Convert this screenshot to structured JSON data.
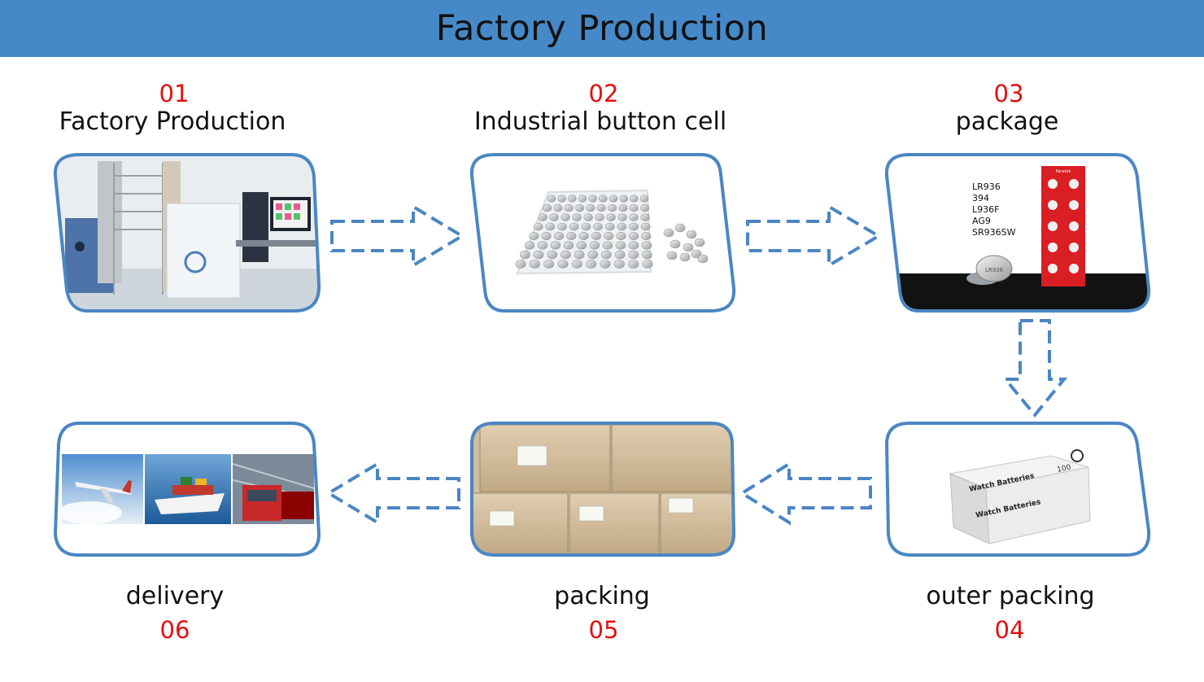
{
  "header": {
    "title": "Factory Production"
  },
  "steps": [
    {
      "number": "01",
      "label": "Factory Production"
    },
    {
      "number": "02",
      "label": "Industrial button cell"
    },
    {
      "number": "03",
      "label": "package"
    },
    {
      "number": "04",
      "label": "outer packing"
    },
    {
      "number": "05",
      "label": "packing"
    },
    {
      "number": "06",
      "label": "delivery"
    }
  ],
  "package_photo": {
    "models": [
      "LR936",
      "394",
      "L936F",
      "AG9",
      "SR936SW"
    ],
    "cell_label": "LR936",
    "card_brand": "Paratek"
  },
  "outer_box": {
    "text1": "Watch Batteries",
    "text2": "Watch Batteries",
    "count": "100"
  },
  "colors": {
    "banner": "#4589c8",
    "frame": "#4b86c3",
    "number": "#e01010",
    "arrow": "#4b86c3"
  }
}
